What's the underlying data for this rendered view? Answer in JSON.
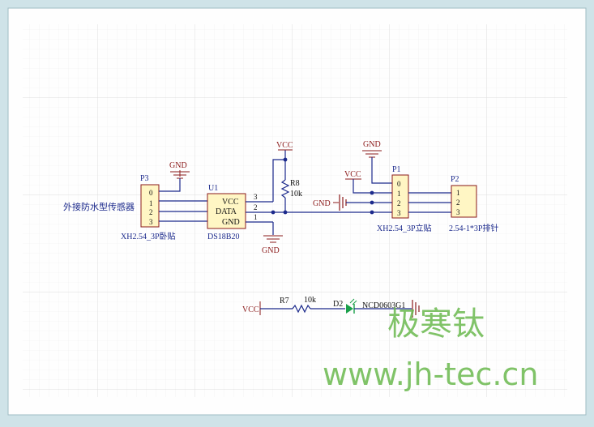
{
  "colors": {
    "wire": "#1c2a8c",
    "power": "#8b1a1a",
    "part_fill": "#fff6c4",
    "part_border": "#8b1a1a",
    "grid": "#e7e7e7",
    "sheet": "#fefefe",
    "led": "#1aa04a",
    "watermark": "#6ab94e"
  },
  "icons": [
    "resistor-symbol-icon",
    "ground-symbol-icon",
    "led-symbol-icon",
    "capacitor-symbol-icon",
    "junction-dot-icon"
  ],
  "labels": {
    "vcc": "VCC",
    "gnd": "GND",
    "gnd_mid": "GND",
    "p3_ref": "P3",
    "p3_pins": [
      "0",
      "1",
      "2",
      "3"
    ],
    "p3_desc": "外接防水型传感器",
    "p3_value": "XH2.54_3P卧贴",
    "u1_ref": "U1",
    "u1_pins": [
      "VCC",
      "DATA",
      "GND"
    ],
    "u1_value": "DS18B20",
    "u1_pin_nums": [
      "3",
      "2",
      "1"
    ],
    "r8_ref": "R8",
    "r8_value": "10k",
    "p1_ref": "P1",
    "p1_pins": [
      "0",
      "1",
      "2",
      "3"
    ],
    "p1_value": "XH2.54_3P立贴",
    "p2_ref": "P2",
    "p2_pins": [
      "1",
      "2",
      "3"
    ],
    "p2_value": "2.54-1*3P排针",
    "r7_ref": "R7",
    "r7_value": "10k",
    "d2_ref": "D2",
    "d2_value": "NCD0603G1"
  },
  "watermark": {
    "name": "极寒钛",
    "url": "www.jh-tec.cn"
  }
}
